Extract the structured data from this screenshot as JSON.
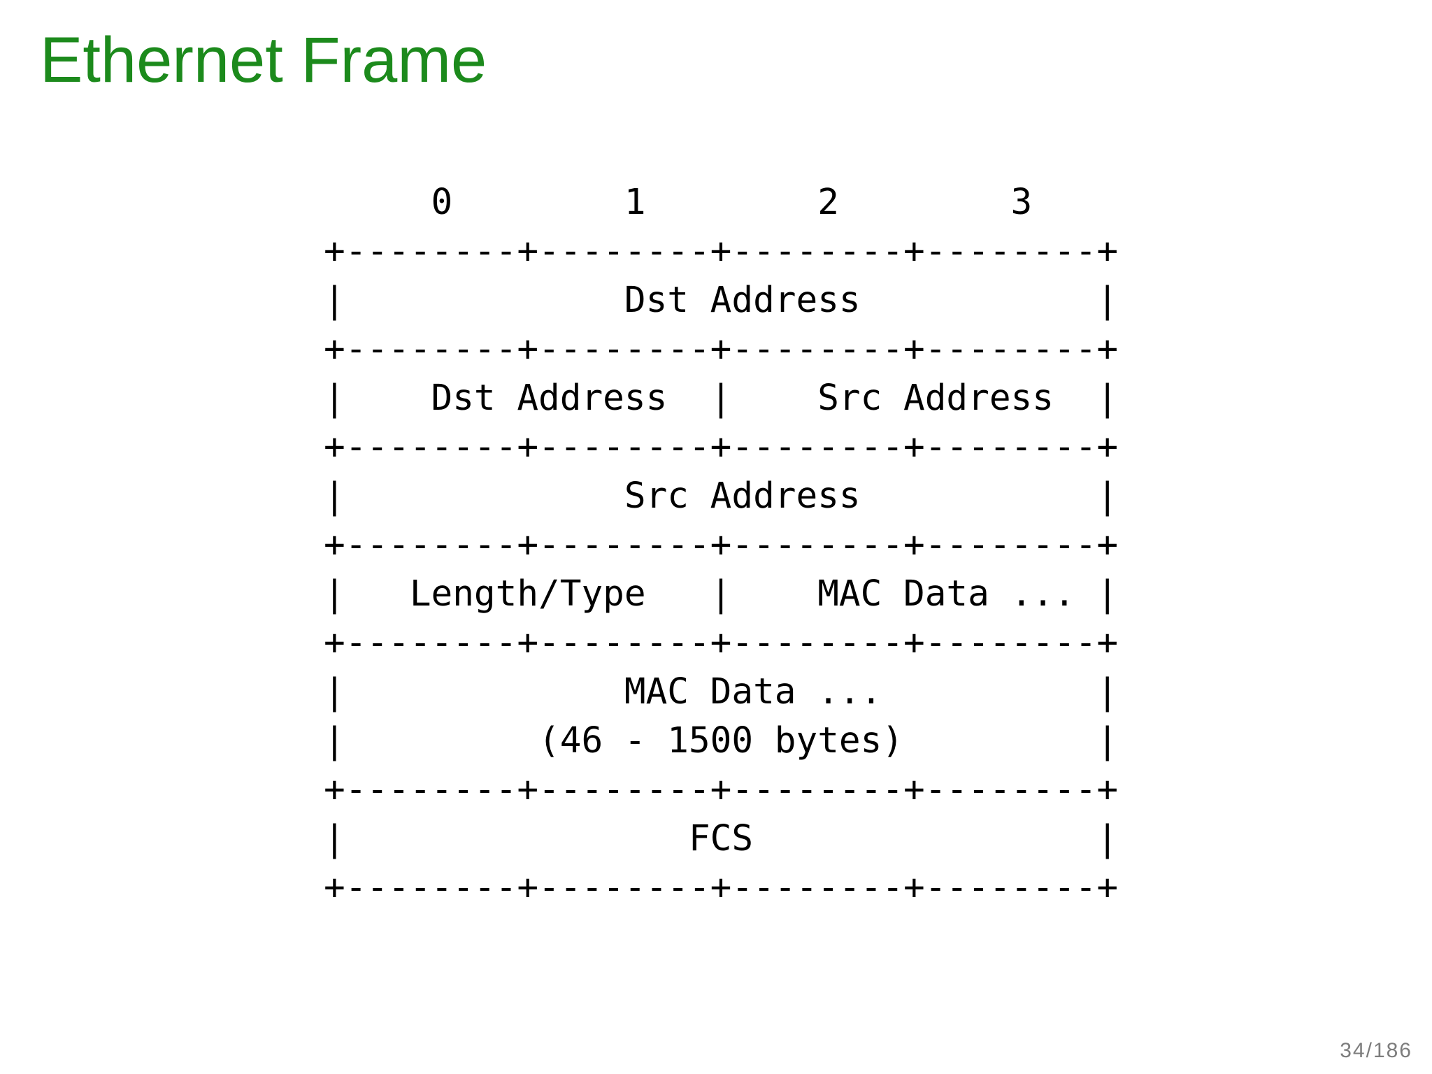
{
  "slide": {
    "title": "Ethernet Frame",
    "page_indicator": "34/186",
    "background_color": "#ffffff",
    "title_color": "#1c8a1c",
    "diagram_color": "#000000",
    "page_indicator_color": "#7d7d7d"
  },
  "diagram": {
    "type": "ascii-box-diagram",
    "subject": "Ethernet frame layout",
    "byte_offsets": [
      "0",
      "1",
      "2",
      "3"
    ],
    "rows": [
      {
        "cells": [
          "Dst Address"
        ]
      },
      {
        "cells": [
          "Dst Address",
          "Src Address"
        ]
      },
      {
        "cells": [
          "Src Address"
        ]
      },
      {
        "cells": [
          "Length/Type",
          "MAC Data ..."
        ]
      },
      {
        "cells": [
          "MAC Data ... (46 - 1500 bytes)"
        ]
      },
      {
        "cells": [
          "FCS"
        ]
      }
    ],
    "lines": [
      "     0        1        2        3",
      "+--------+--------+--------+--------+",
      "|             Dst Address           |",
      "+--------+--------+--------+--------+",
      "|    Dst Address  |    Src Address  |",
      "+--------+--------+--------+--------+",
      "|             Src Address           |",
      "+--------+--------+--------+--------+",
      "|   Length/Type   |    MAC Data ... |",
      "+--------+--------+--------+--------+",
      "|             MAC Data ...          |",
      "|         (46 - 1500 bytes)         |",
      "+--------+--------+--------+--------+",
      "|                FCS                |",
      "+--------+--------+--------+--------+"
    ]
  }
}
